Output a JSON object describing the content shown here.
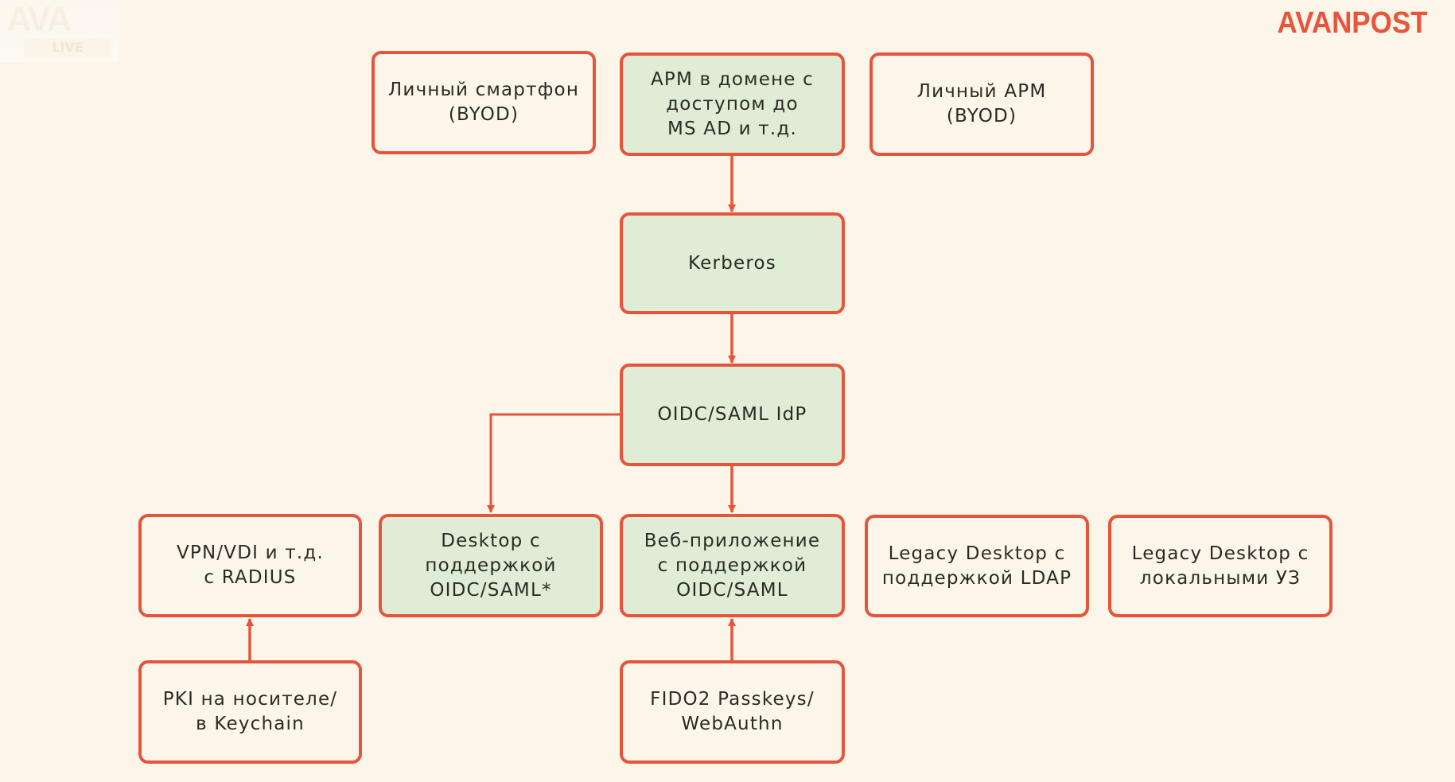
{
  "slide": {
    "logo": "AVANPOST",
    "watermark": {
      "main": "AVA",
      "sub": "LIVE"
    }
  },
  "colors": {
    "background": "#fcf5ea",
    "border": "#e5553b",
    "green_fill": "#dfedd6",
    "plain_fill": "#fcf5ea",
    "text": "#2b2b26",
    "logo": "#e8553a"
  },
  "diagram": {
    "nodes": [
      {
        "id": "personal-smartphone",
        "label": "Личный смартфон\n(BYOD)",
        "style": "plain"
      },
      {
        "id": "domain-workstation",
        "label": "АРМ в домене с\nдоступом до\nMS AD и т.д.",
        "style": "green"
      },
      {
        "id": "personal-workstation",
        "label": "Личный АРМ\n(BYOD)",
        "style": "plain"
      },
      {
        "id": "kerberos",
        "label": "Kerberos",
        "style": "green"
      },
      {
        "id": "oidc-saml-idp",
        "label": "OIDC/SAML IdP",
        "style": "green"
      },
      {
        "id": "vpn-vdi",
        "label": "VPN/VDI и т.д.\nс RADIUS",
        "style": "plain"
      },
      {
        "id": "desktop-oidc",
        "label": "Desktop с\nподдержкой\nOIDC/SAML*",
        "style": "green"
      },
      {
        "id": "web-app",
        "label": "Веб-приложение\nс поддержкой\nOIDC/SAML",
        "style": "green"
      },
      {
        "id": "legacy-ldap",
        "label": "Legacy Desktop с\nподдержкой LDAP",
        "style": "plain"
      },
      {
        "id": "legacy-local",
        "label": "Legacy Desktop с\nлокальными УЗ",
        "style": "plain"
      },
      {
        "id": "pki",
        "label": "PKI на носителе/\nв Keychain",
        "style": "plain"
      },
      {
        "id": "fido2",
        "label": "FIDO2 Passkeys/\nWebAuthn",
        "style": "plain"
      }
    ],
    "edges": [
      {
        "from": "domain-workstation",
        "to": "kerberos"
      },
      {
        "from": "kerberos",
        "to": "oidc-saml-idp"
      },
      {
        "from": "oidc-saml-idp",
        "to": "web-app"
      },
      {
        "from": "oidc-saml-idp",
        "to": "desktop-oidc"
      },
      {
        "from": "pki",
        "to": "vpn-vdi"
      },
      {
        "from": "fido2",
        "to": "web-app"
      }
    ]
  }
}
